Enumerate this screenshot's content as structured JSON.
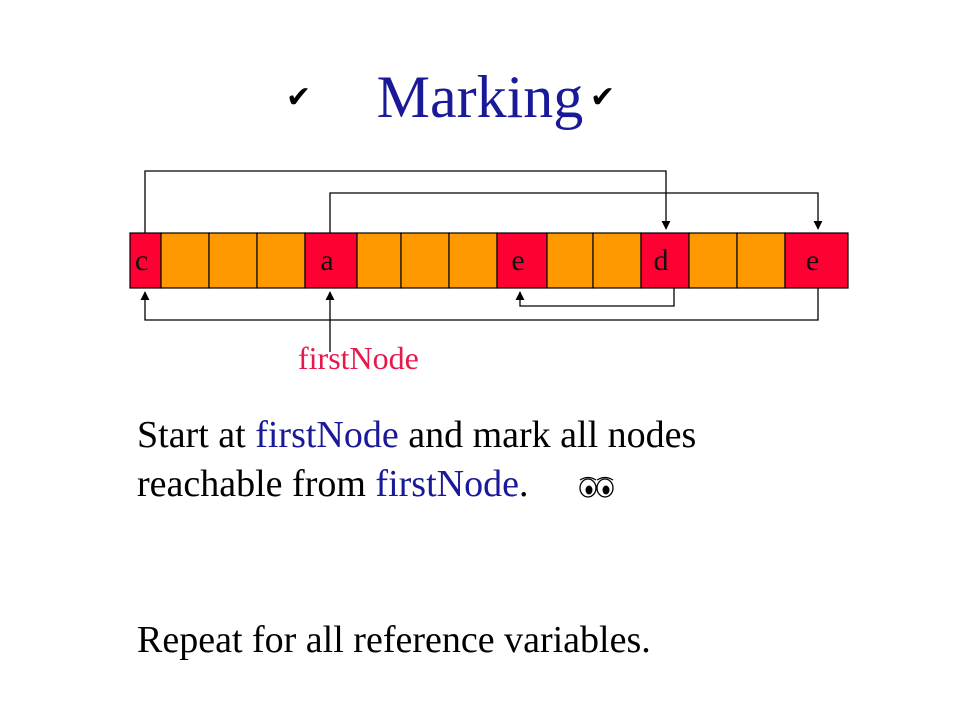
{
  "slide": {
    "title": "Marking",
    "check_icon": "checkmark-icon",
    "eyes_icon": "eyes-icon"
  },
  "diagram": {
    "node_color": "#ff0033",
    "free_color": "#ff9900",
    "cells": [
      {
        "label": "c",
        "kind": "node"
      },
      {
        "label": "",
        "kind": "free"
      },
      {
        "label": "",
        "kind": "free"
      },
      {
        "label": "",
        "kind": "free"
      },
      {
        "label": "a",
        "kind": "node"
      },
      {
        "label": "",
        "kind": "free"
      },
      {
        "label": "",
        "kind": "free"
      },
      {
        "label": "",
        "kind": "free"
      },
      {
        "label": "e",
        "kind": "node"
      },
      {
        "label": "",
        "kind": "free"
      },
      {
        "label": "",
        "kind": "free"
      },
      {
        "label": "d",
        "kind": "node"
      },
      {
        "label": "",
        "kind": "free"
      },
      {
        "label": "",
        "kind": "free"
      },
      {
        "label": "e",
        "kind": "node"
      }
    ],
    "links": [
      {
        "from": "c",
        "to": "d"
      },
      {
        "from": "a",
        "to": "e"
      },
      {
        "from": "d",
        "to": "e"
      },
      {
        "from": "e",
        "to": "c"
      }
    ],
    "pointer_label": "firstNode"
  },
  "text": {
    "line1_a": "Start at ",
    "line1_b": "firstNode",
    "line1_c": " and mark all nodes",
    "line2_a": "reachable from ",
    "line2_b": "firstNode",
    "line2_c": ".",
    "line3": "Repeat for all reference variables."
  }
}
